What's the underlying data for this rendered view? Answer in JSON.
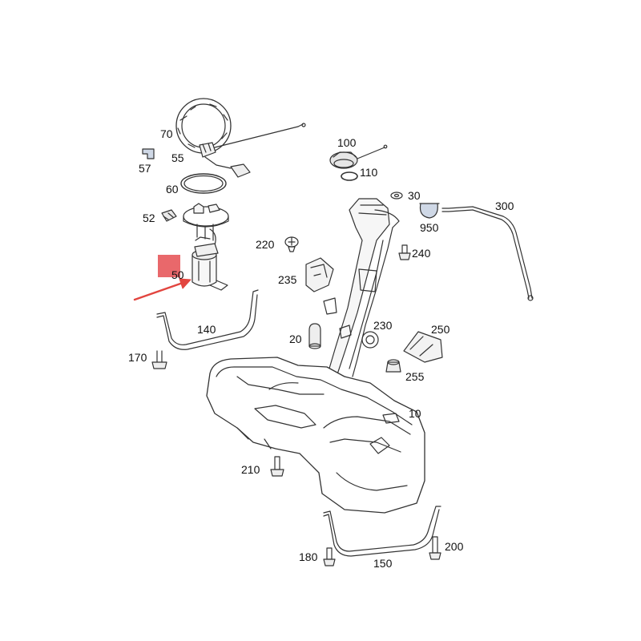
{
  "diagram": {
    "labels": {
      "p10": "10",
      "p20": "20",
      "p30": "30",
      "p50": "50",
      "p52": "52",
      "p55": "55",
      "p57": "57",
      "p60": "60",
      "p70": "70",
      "p100": "100",
      "p110": "110",
      "p140": "140",
      "p150": "150",
      "p170": "170",
      "p180": "180",
      "p200": "200",
      "p210": "210",
      "p220": "220",
      "p230": "230",
      "p235": "235",
      "p240": "240",
      "p250": "250",
      "p255": "255",
      "p300": "300",
      "p950": "950"
    },
    "highlight_color": "#e9686b",
    "arrow_color": "#e2453f",
    "line_color": "#333333"
  }
}
